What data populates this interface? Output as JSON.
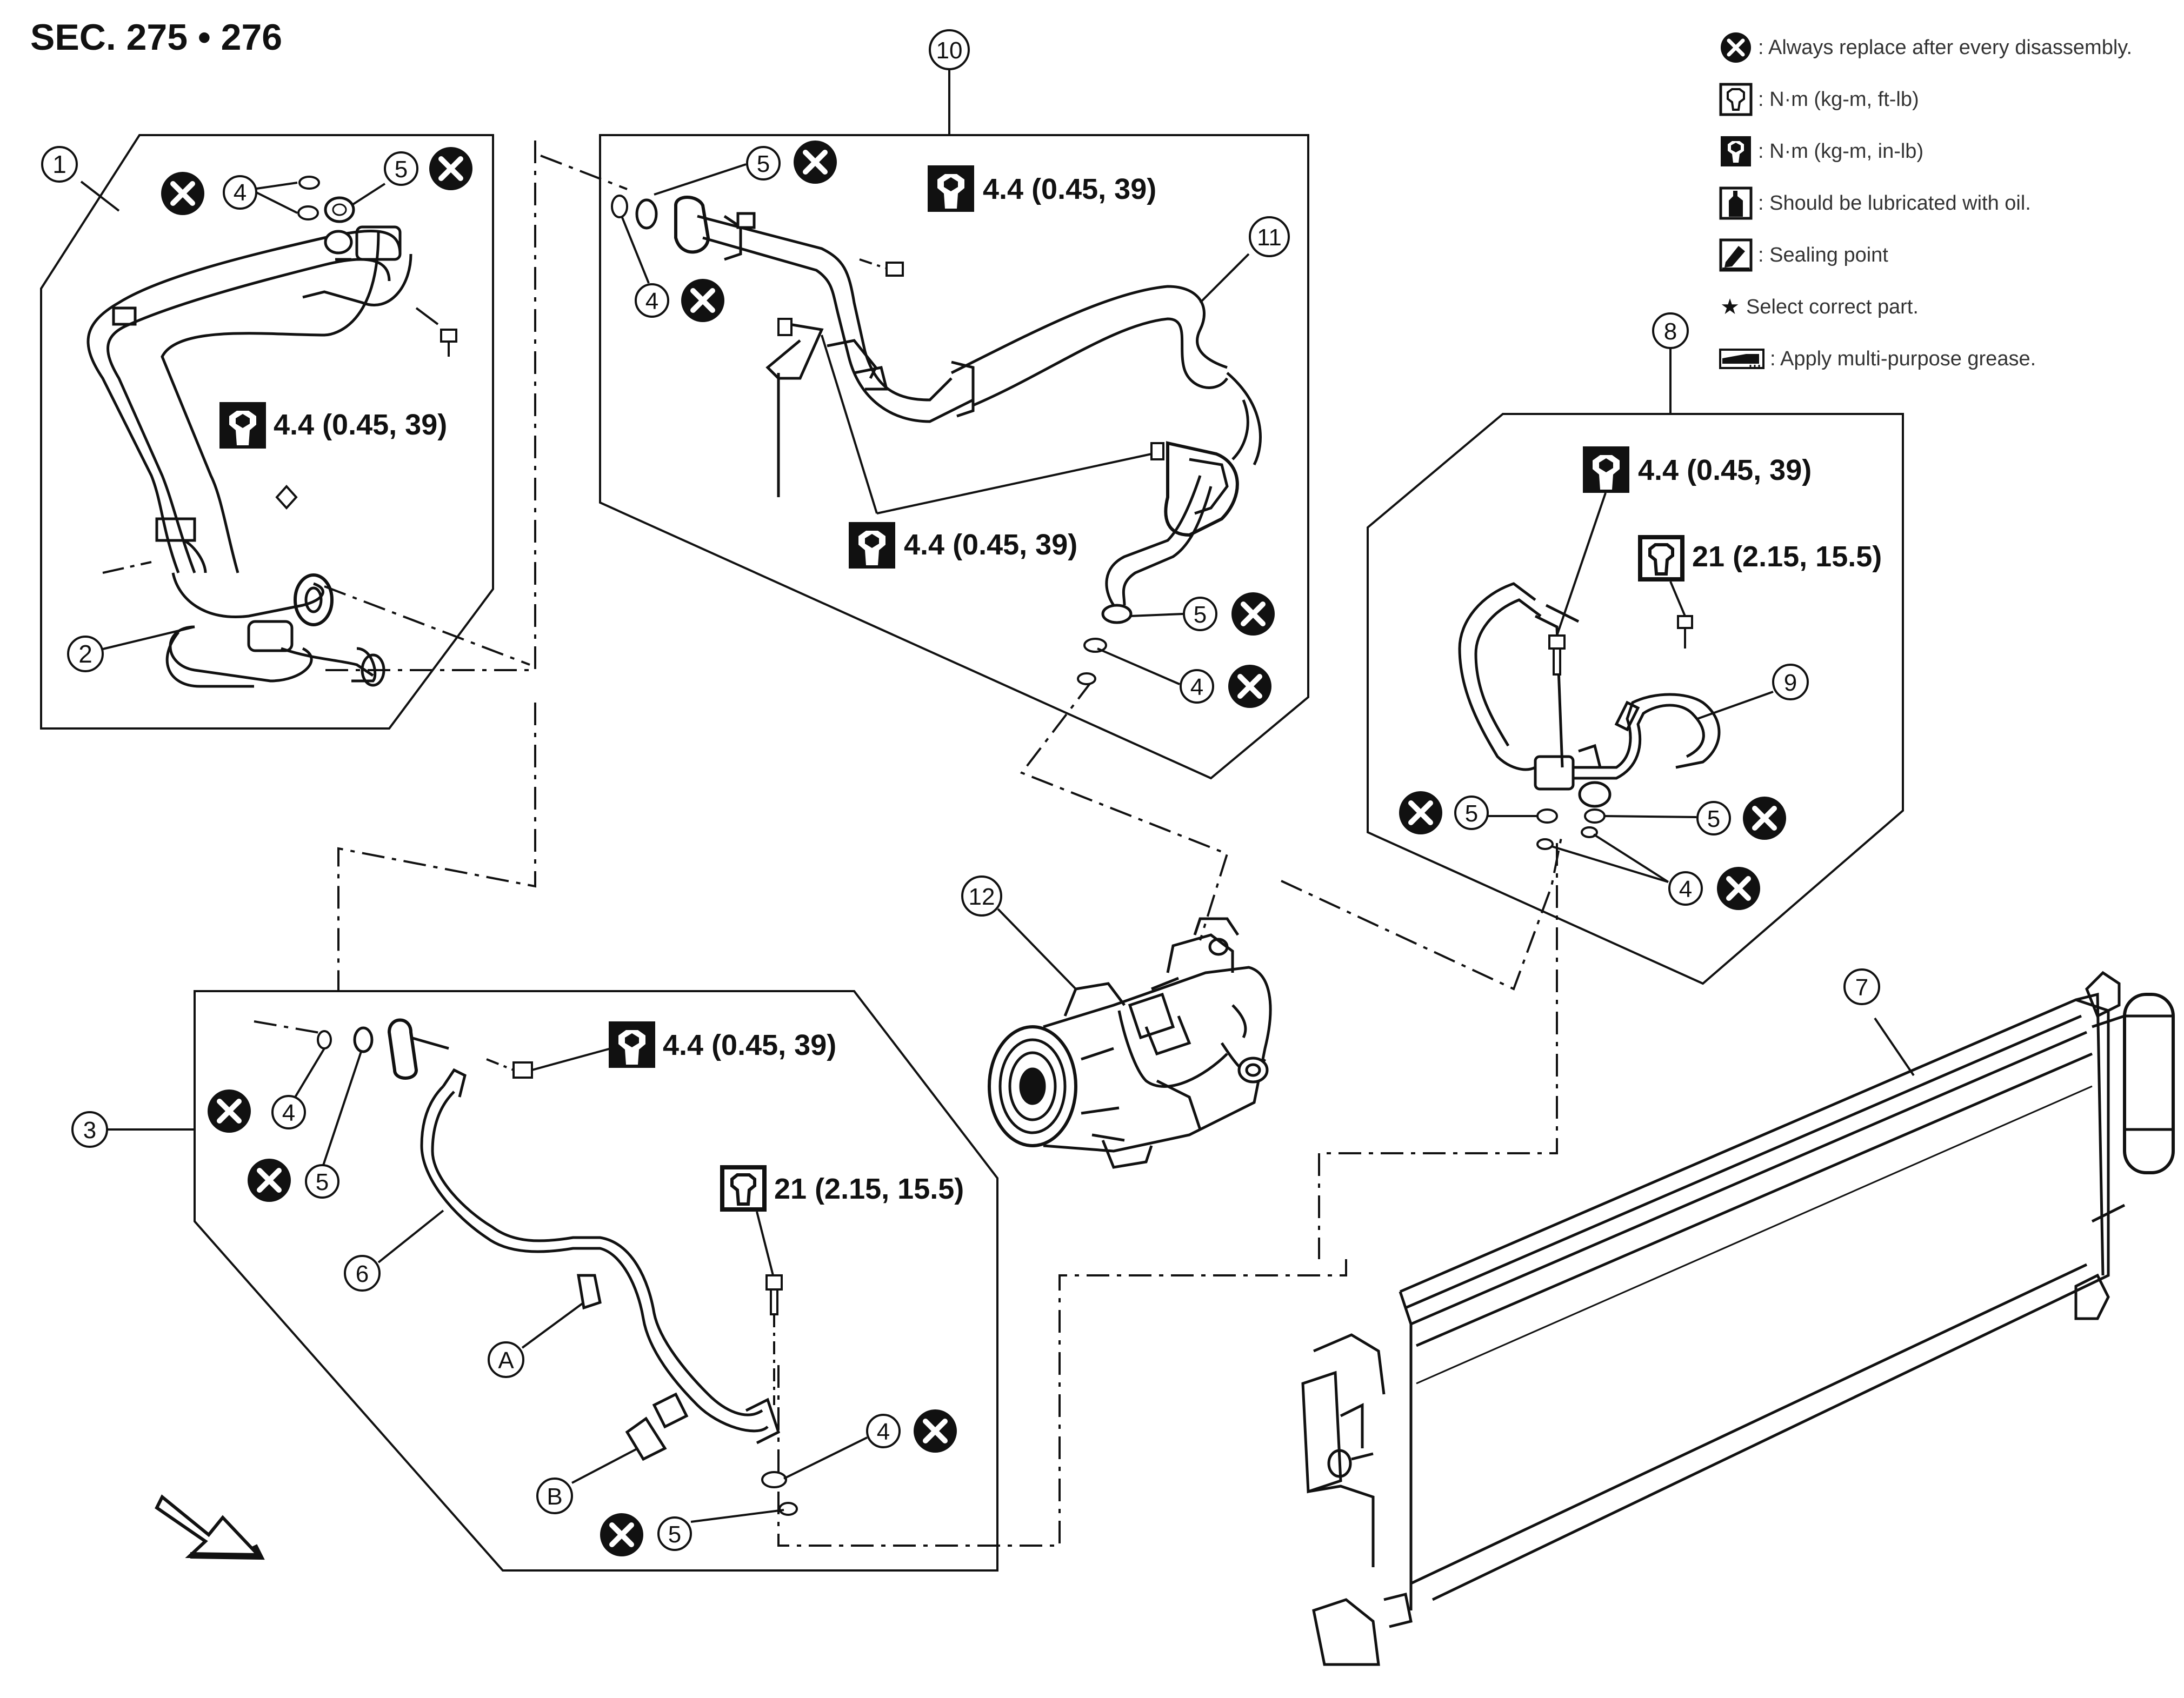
{
  "section_title": "SEC. 275 • 276",
  "legend": [
    {
      "icon": "always-replace-icon",
      "text": ": Always replace after every disassembly."
    },
    {
      "icon": "torque-ftlb-icon",
      "text": ": N·m (kg-m, ft-lb)"
    },
    {
      "icon": "torque-inlb-icon",
      "text": ": N·m (kg-m, in-lb)"
    },
    {
      "icon": "oil-can-icon",
      "text": ": Should be lubricated with oil."
    },
    {
      "icon": "sealing-point-icon",
      "text": ": Sealing point"
    },
    {
      "icon": "star-icon",
      "text": "Select correct part."
    },
    {
      "icon": "grease-icon",
      "text": ": Apply multi-purpose grease."
    }
  ],
  "torque": {
    "inlb": "4.4 (0.45, 39)",
    "ftlb": "21 (2.15, 15.5)"
  },
  "callouts": {
    "c1": "1",
    "c2": "2",
    "c3": "3",
    "c4": "4",
    "c5": "5",
    "c6": "6",
    "c7": "7",
    "c8": "8",
    "c9": "9",
    "c10": "10",
    "c11": "11",
    "c12": "12",
    "cA": "A",
    "cB": "B"
  },
  "colors": {
    "ink": "#111111",
    "legend_text": "#333333",
    "background": "#ffffff"
  }
}
